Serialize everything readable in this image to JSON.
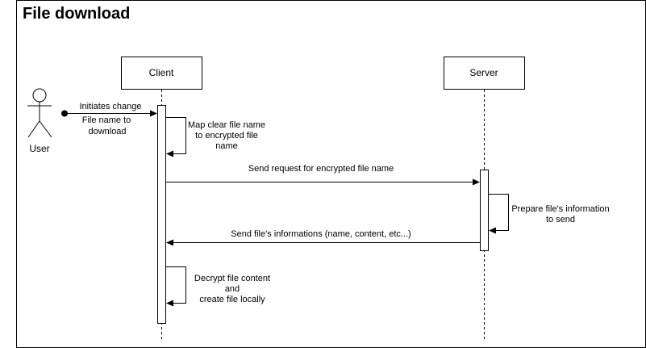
{
  "diagram": {
    "title": "File download",
    "participants": {
      "actor": "User",
      "client": "Client",
      "server": "Server"
    },
    "messages": {
      "initiate": "Initiates change",
      "initiate_note_1": "File name to",
      "initiate_note_2": "download",
      "map_1": "Map clear file name",
      "map_2": "to encrypted file",
      "map_3": "name",
      "send_request": "Send request for encrypted file name",
      "prepare_1": "Prepare file's information",
      "prepare_2": "to send",
      "send_info": "Send file's informations (name, content, etc...)",
      "decrypt_1": "Decrypt file content",
      "decrypt_2": "and",
      "decrypt_3": "create file locally"
    }
  }
}
